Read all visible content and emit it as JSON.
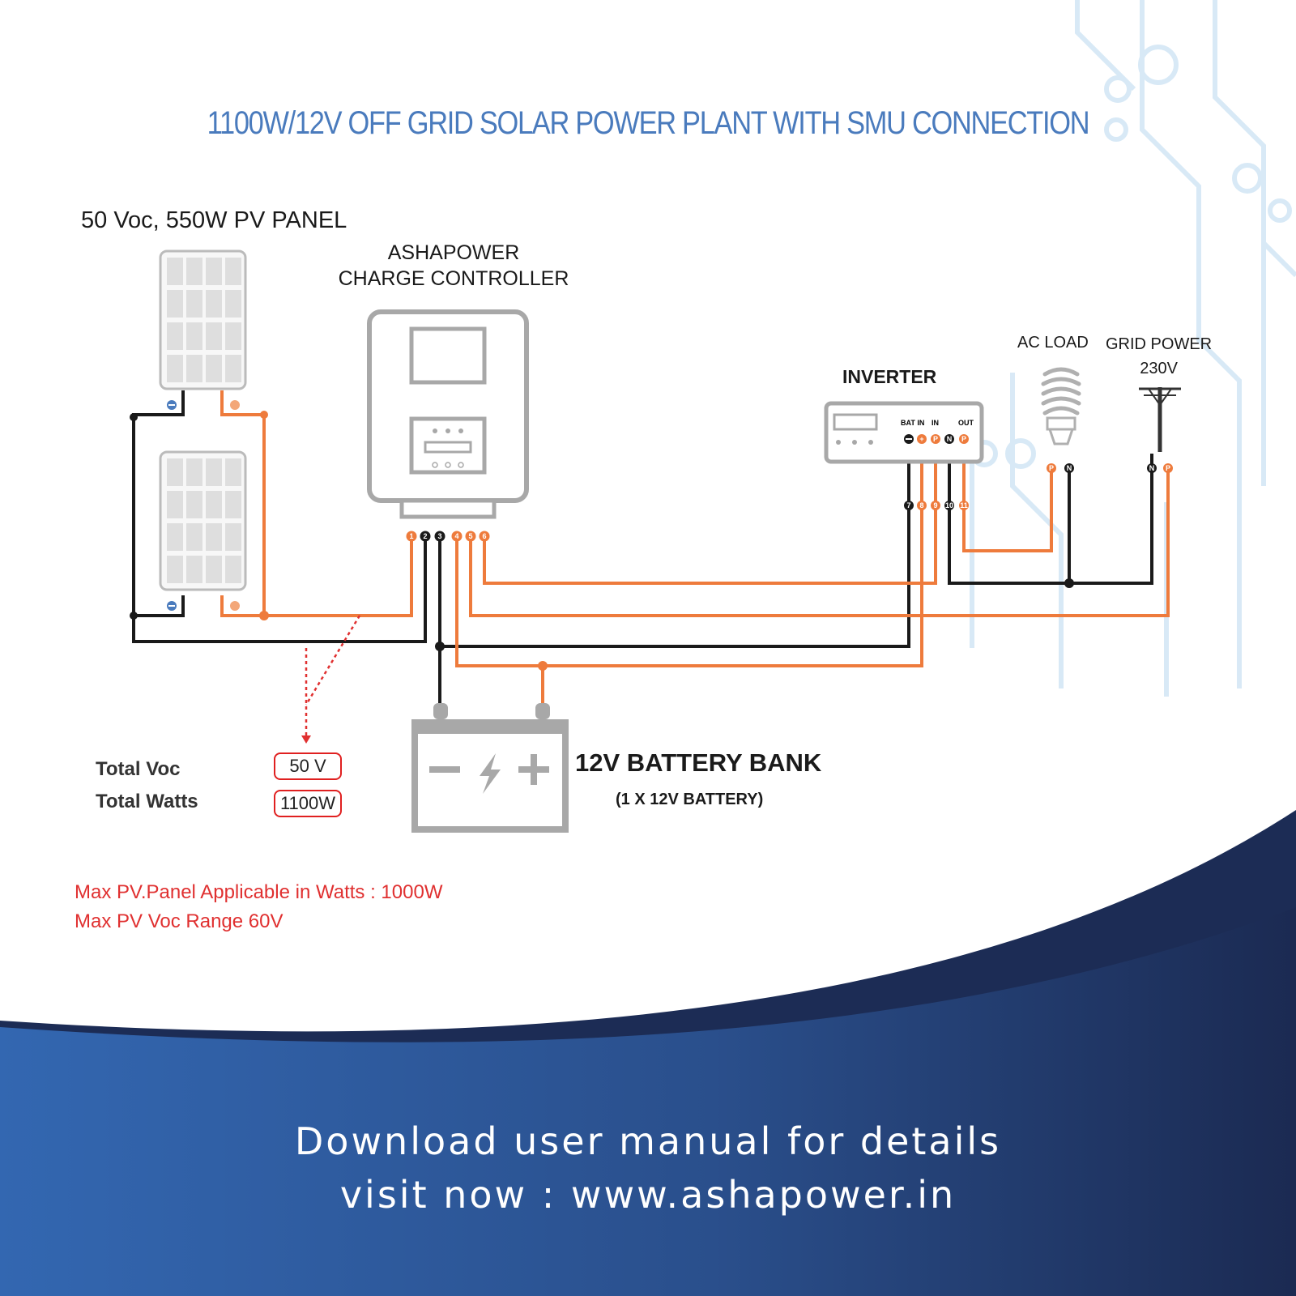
{
  "title": "1100W/12V OFF GRID SOLAR POWER PLANT WITH SMU CONNECTION",
  "pv_panel_label": "50 Voc, 550W PV  PANEL",
  "charge_controller": {
    "line1": "ASHAPOWER",
    "line2": "CHARGE CONTROLLER"
  },
  "inverter": {
    "label": "INVERTER",
    "bat_in": "BAT IN",
    "in": "IN",
    "out": "OUT"
  },
  "ac_load_label": "AC LOAD",
  "grid_power": {
    "line1": "GRID POWER",
    "line2": "230V"
  },
  "battery": {
    "title": "12V BATTERY BANK",
    "subtitle": "(1 X 12V  BATTERY)"
  },
  "totals": {
    "voc_label": "Total Voc",
    "voc_value": "50 V",
    "watts_label": "Total Watts",
    "watts_value": "1100W"
  },
  "notes": [
    "Max PV.Panel Applicable in Watts : 1000W",
    "Max PV Voc Range 60V"
  ],
  "cta": {
    "line1": "Download user manual for details",
    "line2": "visit now : www.ashapower.in"
  },
  "colors": {
    "title": "#4a7bbd",
    "positive_wire": "#ee7b3c",
    "negative_wire": "#1a1a1a",
    "warning_text": "#e03030",
    "footer_dark": "#1c2c55",
    "footer_light": "#2f64ad"
  }
}
